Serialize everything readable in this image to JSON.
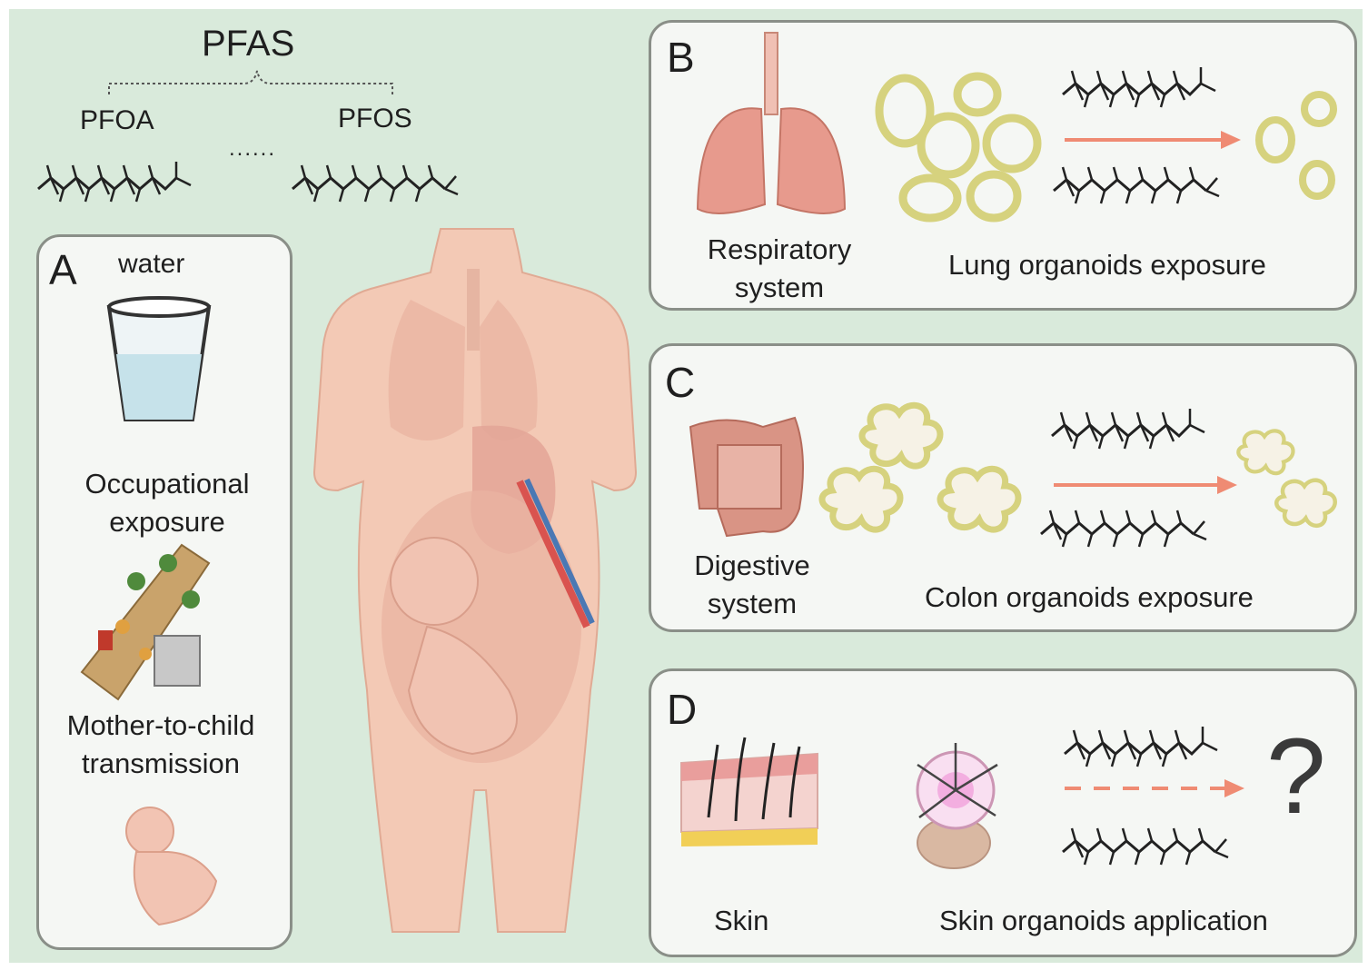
{
  "header": {
    "title": "PFAS",
    "compound_left": "PFOA",
    "compound_right": "PFOS",
    "separator": "......"
  },
  "panel_a": {
    "letter": "A",
    "water_label": "water",
    "occupational_line1": "Occupational",
    "occupational_line2": "exposure",
    "mother_line1": "Mother-to-child",
    "mother_line2": "transmission"
  },
  "panel_b": {
    "letter": "B",
    "system_line1": "Respiratory",
    "system_line2": "system",
    "exposure_label": "Lung organoids exposure"
  },
  "panel_c": {
    "letter": "C",
    "system_line1": "Digestive",
    "system_line2": "system",
    "exposure_label": "Colon organoids exposure"
  },
  "panel_d": {
    "letter": "D",
    "system_label": "Skin",
    "application_label": "Skin organoids application",
    "unknown_mark": "?"
  },
  "colors": {
    "background": "#d9eadb",
    "panel_fill": "#f5f7f4",
    "panel_border": "#8a8f88",
    "arrow": "#ef8b73",
    "body": "#f3c9b5",
    "organoid_ring": "#d9d58c"
  }
}
